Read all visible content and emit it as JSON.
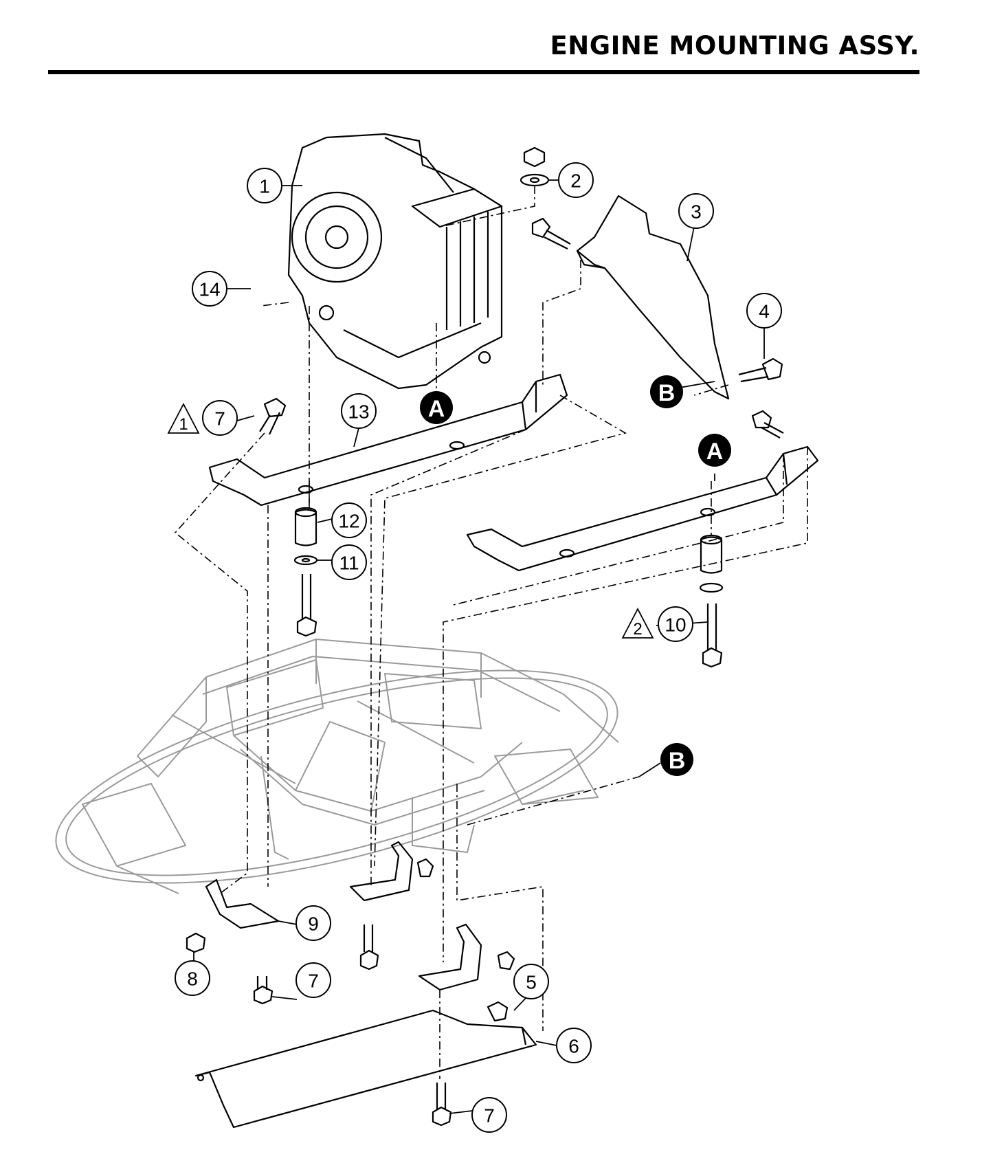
{
  "header": {
    "title": "ENGINE MOUNTING ASSY."
  },
  "callouts": [
    {
      "id": "c1",
      "label": "1"
    },
    {
      "id": "c2",
      "label": "2"
    },
    {
      "id": "c3",
      "label": "3"
    },
    {
      "id": "c4",
      "label": "4"
    },
    {
      "id": "c5",
      "label": "5"
    },
    {
      "id": "c6",
      "label": "6"
    },
    {
      "id": "c7a",
      "label": "7"
    },
    {
      "id": "c7b",
      "label": "7"
    },
    {
      "id": "c7c",
      "label": "7"
    },
    {
      "id": "c8",
      "label": "8"
    },
    {
      "id": "c9",
      "label": "9"
    },
    {
      "id": "c10",
      "label": "10"
    },
    {
      "id": "c11",
      "label": "11"
    },
    {
      "id": "c12",
      "label": "12"
    },
    {
      "id": "c13",
      "label": "13"
    },
    {
      "id": "c14",
      "label": "14"
    }
  ],
  "warnings": [
    {
      "id": "w1",
      "label": "1"
    },
    {
      "id": "w2",
      "label": "2"
    }
  ],
  "references": [
    {
      "id": "ra1",
      "label": "A"
    },
    {
      "id": "ra2",
      "label": "A"
    },
    {
      "id": "rb1",
      "label": "B"
    },
    {
      "id": "rb2",
      "label": "B"
    }
  ],
  "colors": {
    "ink": "#000000",
    "frame": "#9a9a9a",
    "paper": "#ffffff"
  }
}
